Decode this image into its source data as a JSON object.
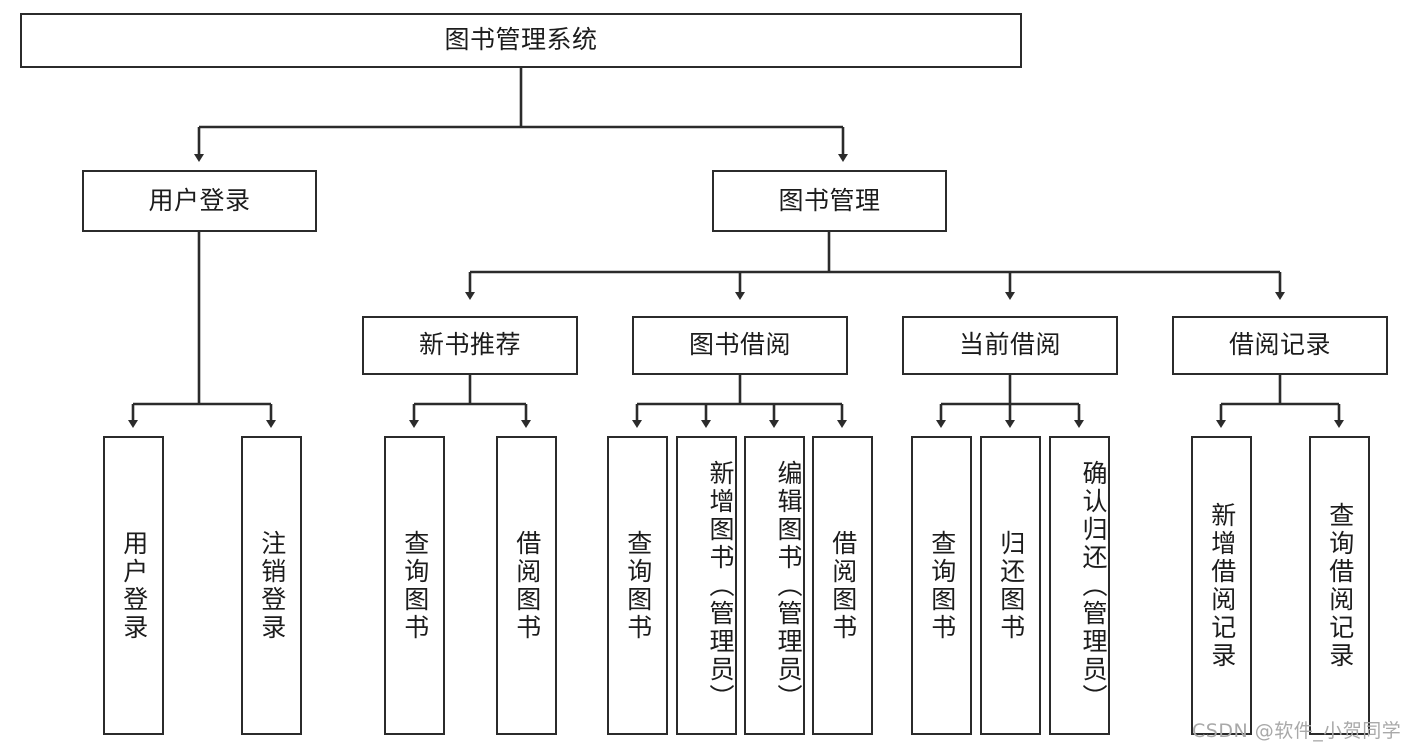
{
  "diagram": {
    "title": "图书管理系统",
    "root": {
      "label": "图书管理系统"
    },
    "level2": [
      {
        "label": "用户登录"
      },
      {
        "label": "图书管理"
      }
    ],
    "level3": [
      {
        "label": "新书推荐"
      },
      {
        "label": "图书借阅"
      },
      {
        "label": "当前借阅"
      },
      {
        "label": "借阅记录"
      }
    ],
    "leaves": {
      "user_login": [
        {
          "label": "用户登录"
        },
        {
          "label": "注销登录"
        }
      ],
      "new_book_recommend": [
        {
          "label": "查询图书"
        },
        {
          "label": "借阅图书"
        }
      ],
      "book_borrow": [
        {
          "label": "查询图书"
        },
        {
          "label": "新增图书（管理员）"
        },
        {
          "label": "编辑图书（管理员）"
        },
        {
          "label": "借阅图书"
        }
      ],
      "current_borrow": [
        {
          "label": "查询图书"
        },
        {
          "label": "归还图书"
        },
        {
          "label": "确认归还（管理员）"
        }
      ],
      "borrow_record": [
        {
          "label": "新增借阅记录"
        },
        {
          "label": "查询借阅记录"
        }
      ]
    }
  },
  "watermark": {
    "text": "CSDN @软件_小贺同学"
  },
  "colors": {
    "stroke": "#2b2b2b",
    "text": "#1c1c1c",
    "background": "#ffffff",
    "watermark": "#a9a9a9"
  }
}
